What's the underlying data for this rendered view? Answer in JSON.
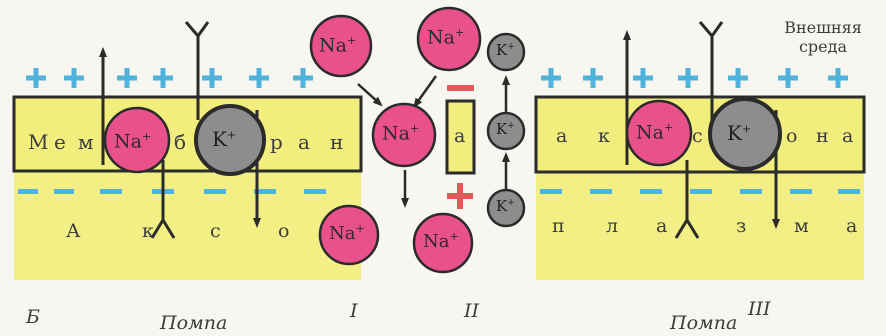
{
  "labels": {
    "outer_medium": "Внешняя среда",
    "panel_b": "Б",
    "panel_i": "I",
    "panel_ii": "II",
    "panel_iii": "III",
    "pump_left": "Помпа",
    "pump_right": "Помпа"
  },
  "left_panel": {
    "membrane_letters": [
      "М",
      "е",
      "м",
      "б",
      "р",
      "а",
      "н"
    ],
    "axon_letters": [
      "А",
      "к",
      "с",
      "о"
    ]
  },
  "right_panel": {
    "membrane_letters": [
      "а",
      "к",
      "с",
      "о",
      "н",
      "а"
    ],
    "plasma_letters": [
      "п",
      "л",
      "а",
      "з",
      "м",
      "а"
    ]
  },
  "ions": {
    "na": "Na",
    "k": "K",
    "charge": "+"
  },
  "channel_letter": "а",
  "colors": {
    "membrane": "#f1ee7e",
    "cytoplasm": "#f2ef84",
    "plus_sign": "#4fb3dc",
    "minus_sign": "#4fb3dc",
    "na_ion": "#e9518a",
    "k_ion": "#8d8d8d",
    "red_charge": "#e05a5a",
    "outline": "#2b2b2b"
  }
}
